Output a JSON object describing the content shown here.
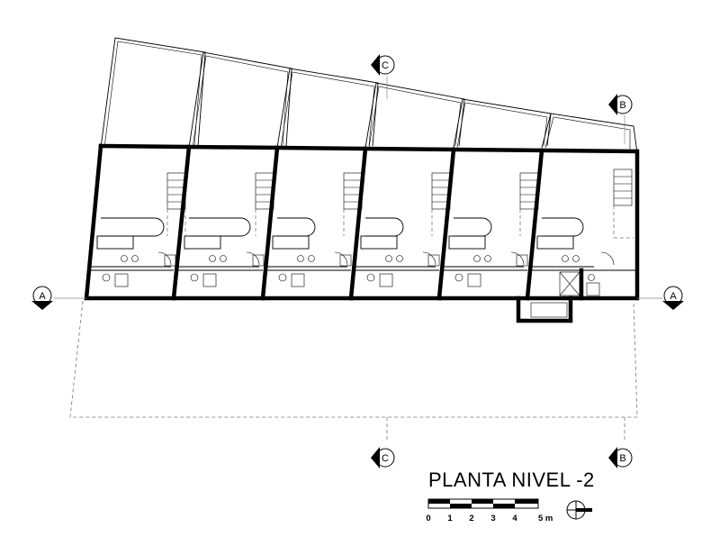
{
  "title": "PLANTA NIVEL -2",
  "section_markers": {
    "a_left": "A",
    "a_right": "A",
    "b_top": "B",
    "b_bottom": "B",
    "c_top": "C",
    "c_bottom": "C"
  },
  "scale_bar": {
    "labels": [
      "0",
      "1",
      "2",
      "3",
      "4",
      "5 m"
    ]
  },
  "colors": {
    "ink": "#000000",
    "hidden_line": "#777777"
  },
  "icons": [
    "north-arrow-icon",
    "section-marker-icon",
    "stair-icon",
    "elevator-icon"
  ]
}
